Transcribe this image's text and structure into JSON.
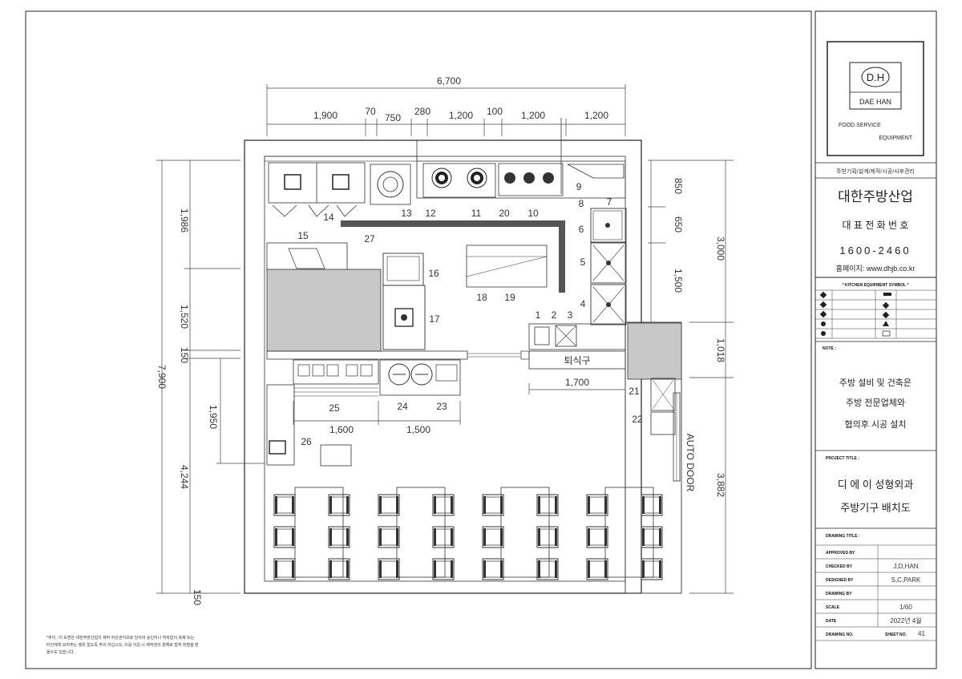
{
  "dimensions": {
    "top_total": "6,700",
    "top_segments": [
      "1,900",
      "70",
      "750",
      "280",
      "1,200",
      "100",
      "1,200",
      "1,200"
    ],
    "left_total": "7,900",
    "left_1986": "1,986",
    "left_1520": "1,520",
    "left_150_mid": "150",
    "left_1950": "1,950",
    "left_4244": "4,244",
    "left_150_bottom": "150",
    "right_850": "850",
    "right_650": "650",
    "right_1500": "1,500",
    "right_3000": "3,000",
    "right_1018": "1,018",
    "right_3882": "3,882",
    "seg_1700": "1,700",
    "seg_1600": "1,600",
    "seg_1500": "1,500"
  },
  "equipment_numbers": [
    "1",
    "2",
    "3",
    "4",
    "5",
    "6",
    "7",
    "8",
    "9",
    "10",
    "11",
    "12",
    "13",
    "14",
    "15",
    "16",
    "17",
    "18",
    "19",
    "20",
    "21",
    "22",
    "23",
    "24",
    "25",
    "26",
    "27"
  ],
  "labels": {
    "return_counter": "퇴식구",
    "auto_door": "AUTO DOOR"
  },
  "footnote": {
    "line1": "*주의 : 이 도면은 대한주방산업의 제작 자산권이므로 당사의 승인이나 허락없이 복제 또는",
    "line2": "타인에게 보여주는 행위 일도독 주의 하십시오, 이를 이길 시 제작권의 침해로 법적 처벌을 받",
    "line3": "을수도 있습니다."
  },
  "title_block": {
    "logo_mark": "D.H",
    "logo_name": "DAE HAN",
    "logo_sub1": "FOOD SERVICE",
    "logo_sub2": "EQUIPMENT",
    "services": "주방기획/설계/제작/시공/사후관리",
    "company": "대한주방산업",
    "phone_title": "대 표 전 화 번 호",
    "phone": "1600-2460",
    "homepage": "홈페이지: www.dhjb.co.kr",
    "symbol_header": "* KITCHEN EQUIPMENT SYMBOL *",
    "note_label": "NOTE :",
    "note_lines": [
      "주방 설비 및 건축은",
      "주방 전문업체와",
      "협의후 시공 설치"
    ],
    "project_label": "PROJECT TITLE :",
    "project_lines": [
      "디 에 이 성형외과",
      "주방기구 배치도"
    ],
    "drawing_title_label": "DRAWING TITLE :",
    "approved_label": "APPROVED BY",
    "approved_value": "",
    "checked_label": "CHECKED BY",
    "checked_value": "J,D,HAN",
    "designed_label": "DESIGNED BY",
    "designed_value": "S,C,PARK",
    "drawing_by_label": "DRAWING BY",
    "drawing_by_value": "",
    "scale_label": "SCALE",
    "scale_value": "1/60",
    "date_label": "DATE",
    "date_value": "2022년 4월",
    "drawing_no_label": "DRAWING NO.",
    "sheet_no_label": "SHEET NO.",
    "sheet_no_value": "41"
  }
}
